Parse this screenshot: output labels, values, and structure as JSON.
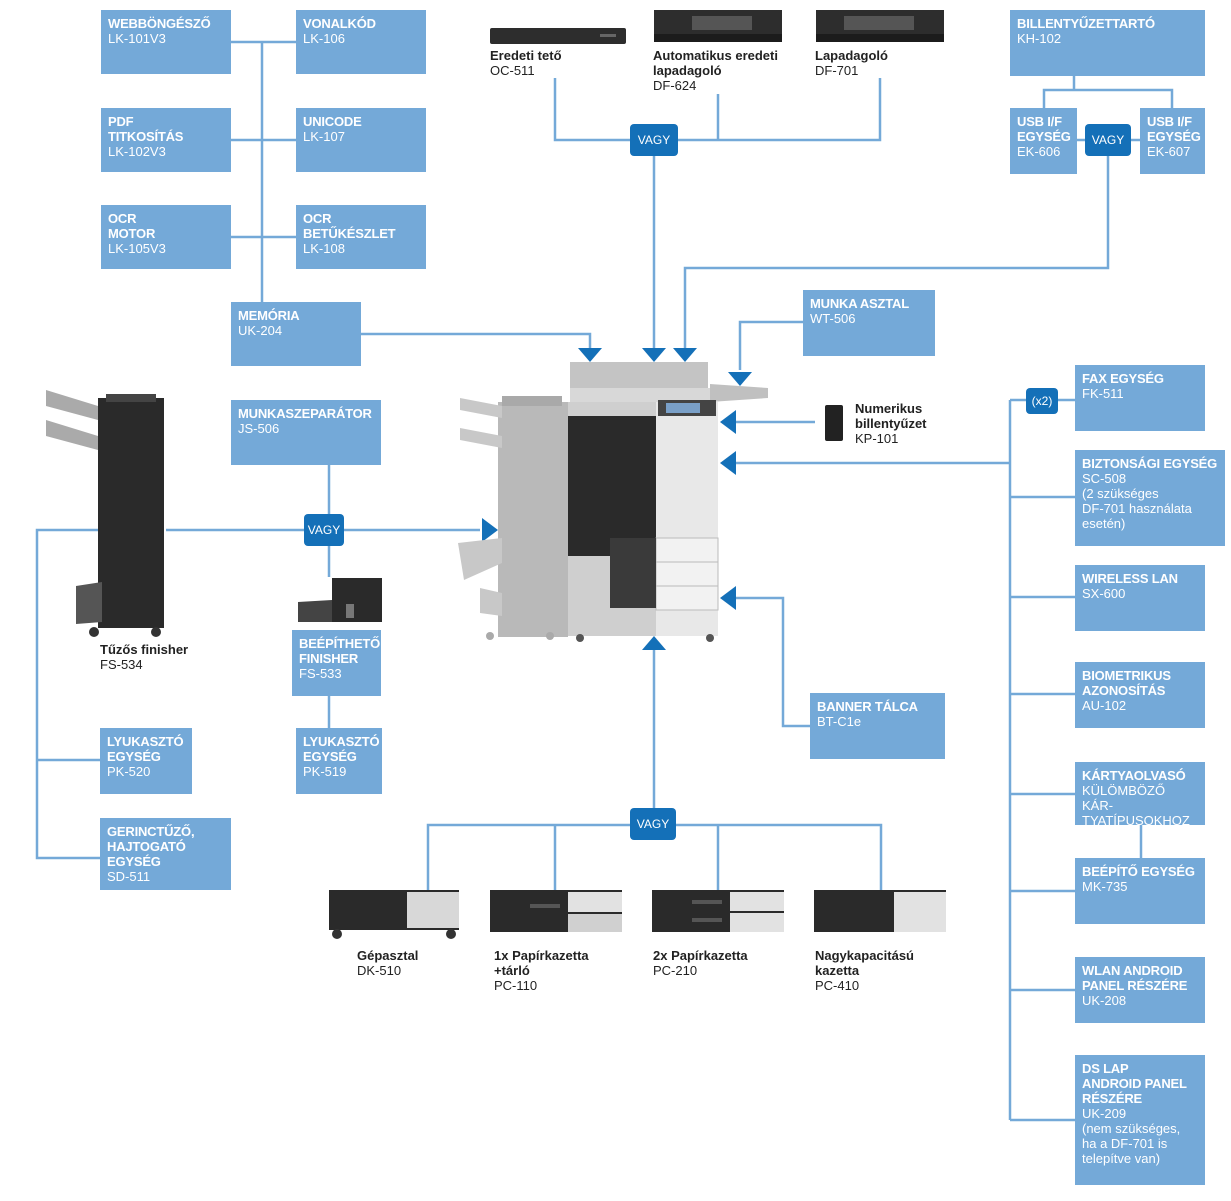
{
  "colors": {
    "box": "#74a9d8",
    "line": "#74a9d8",
    "arrow": "#1470b8",
    "or_badge": "#1470b8"
  },
  "boxes": {
    "lk101": {
      "title": "WEBBÖNGÉSZŐ",
      "model": "LK-101V3"
    },
    "lk106": {
      "title": "VONALKÓD",
      "model": "LK-106"
    },
    "lk102": {
      "title": "PDF\nTITKOSÍTÁS",
      "model": "LK-102V3"
    },
    "lk107": {
      "title": "UNICODE",
      "model": "LK-107"
    },
    "lk105": {
      "title": "OCR\nMOTOR",
      "model": "LK-105V3"
    },
    "lk108": {
      "title": "OCR BETŰKÉSZLET",
      "model": "LK-108"
    },
    "uk204": {
      "title": "MEMÓRIA",
      "model": "UK-204"
    },
    "kh102": {
      "title": "BILLENTYŰZETTARTÓ",
      "model": "KH-102"
    },
    "ek606": {
      "title": "USB I/F\nEGYSÉG",
      "model": "EK-606"
    },
    "ek607": {
      "title": "USB I/F\nEGYSÉG",
      "model": "EK-607"
    },
    "wt506": {
      "title": "MUNKA ASZTAL",
      "model": "WT-506"
    },
    "js506": {
      "title": "MUNKASZEPARÁTOR",
      "model": "JS-506"
    },
    "fs533": {
      "title": "BEÉPÍTHETŐ\nFINISHER",
      "model": "FS-533"
    },
    "pk519": {
      "title": "LYUKASZTÓ\nEGYSÉG",
      "model": "PK-519"
    },
    "pk520": {
      "title": "LYUKASZTÓ\nEGYSÉG",
      "model": "PK-520"
    },
    "sd511": {
      "title": "GERINCTŰZŐ,\nHAJTOGATÓ\nEGYSÉG",
      "model": "SD-511"
    },
    "btc1e": {
      "title": "BANNER TÁLCA",
      "model": "BT-C1e"
    },
    "fk511": {
      "title": "FAX EGYSÉG",
      "model": "FK-511"
    },
    "sc508": {
      "title": "BIZTONSÁGI EGYSÉG",
      "model": "SC-508",
      "note": "(2 szükséges\nDF-701 használata\nesetén)"
    },
    "sx600": {
      "title": "WIRELESS LAN",
      "model": "SX-600"
    },
    "au102": {
      "title": "BIOMETRIKUS\nAZONOSÍTÁS",
      "model": "AU-102"
    },
    "kartya": {
      "title": "KÁRTYAOLVASÓ",
      "model": "KÜLÖMBÖZŐ KÁR-\nTYATÍPUSOKHOZ"
    },
    "mk735": {
      "title": "BEÉPÍTŐ EGYSÉG",
      "model": "MK-735"
    },
    "uk208": {
      "title": "WLAN ANDROID\nPANEL RÉSZÉRE",
      "model": "UK-208"
    },
    "uk209": {
      "title": "DS LAP\nANDROID PANEL\nRÉSZÉRE",
      "model": "UK-209",
      "note": "(nem szükséges,\nha a DF-701 is\ntelepítve van)"
    }
  },
  "labels": {
    "oc511": {
      "title": "Eredeti tető",
      "model": "OC-511"
    },
    "df624": {
      "title": "Automatikus eredeti\nlapadagoló",
      "model": "DF-624"
    },
    "df701": {
      "title": "Lapadagoló",
      "model": "DF-701"
    },
    "kp101": {
      "title": "Numerikus\nbillentyűzet",
      "model": "KP-101"
    },
    "fs534": {
      "title": "Tűzős finisher",
      "model": "FS-534"
    },
    "dk510": {
      "title": "Gépasztal",
      "model": "DK-510"
    },
    "pc110": {
      "title": "1x Papírkazetta\n+tárló",
      "model": "PC-110"
    },
    "pc210": {
      "title": "2x Papírkazetta",
      "model": "PC-210"
    },
    "pc410": {
      "title": "Nagykapacitású\nkazetta",
      "model": "PC-410"
    }
  },
  "badges": {
    "or": "VAGY",
    "x2": "(x2)"
  }
}
